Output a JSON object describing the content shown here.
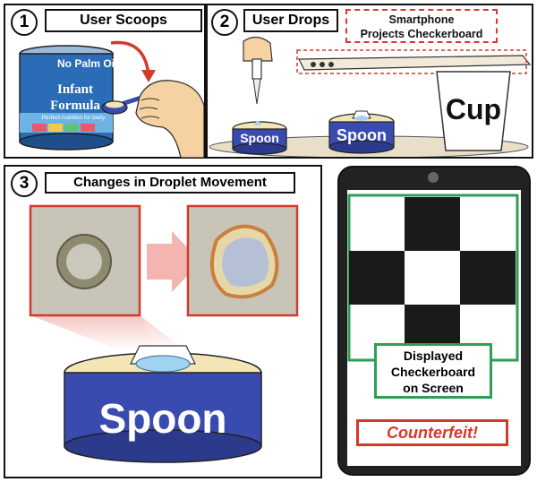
{
  "step1": {
    "number": "1",
    "title": "User Scoops",
    "can_brand": "No Palm Oil",
    "can_line1": "Infant",
    "can_line2": "Formula",
    "can_tagline": "Perfect nutrition for baby"
  },
  "step2": {
    "number": "2",
    "title": "User Drops",
    "phone_label_line1": "Smartphone",
    "phone_label_line2": "Projects Checkerboard",
    "spoon_small": "Spoon",
    "spoon_medium": "Spoon",
    "cup_label": "Cup"
  },
  "step3": {
    "number": "3",
    "title": "Changes in Droplet Movement",
    "spoon_large": "Spoon"
  },
  "phone_panel": {
    "checker_label_line1": "Displayed",
    "checker_label_line2": "Checkerboard",
    "checker_label_line3": "on Screen",
    "verdict": "Counterfeit!"
  },
  "colors": {
    "spoon_blue": "#3a4bb0",
    "accent_red": "#d33a2c",
    "checker_green": "#2f9e55",
    "can_blue": "#2a6cb6",
    "arrow_pink": "#f2b5b0"
  }
}
